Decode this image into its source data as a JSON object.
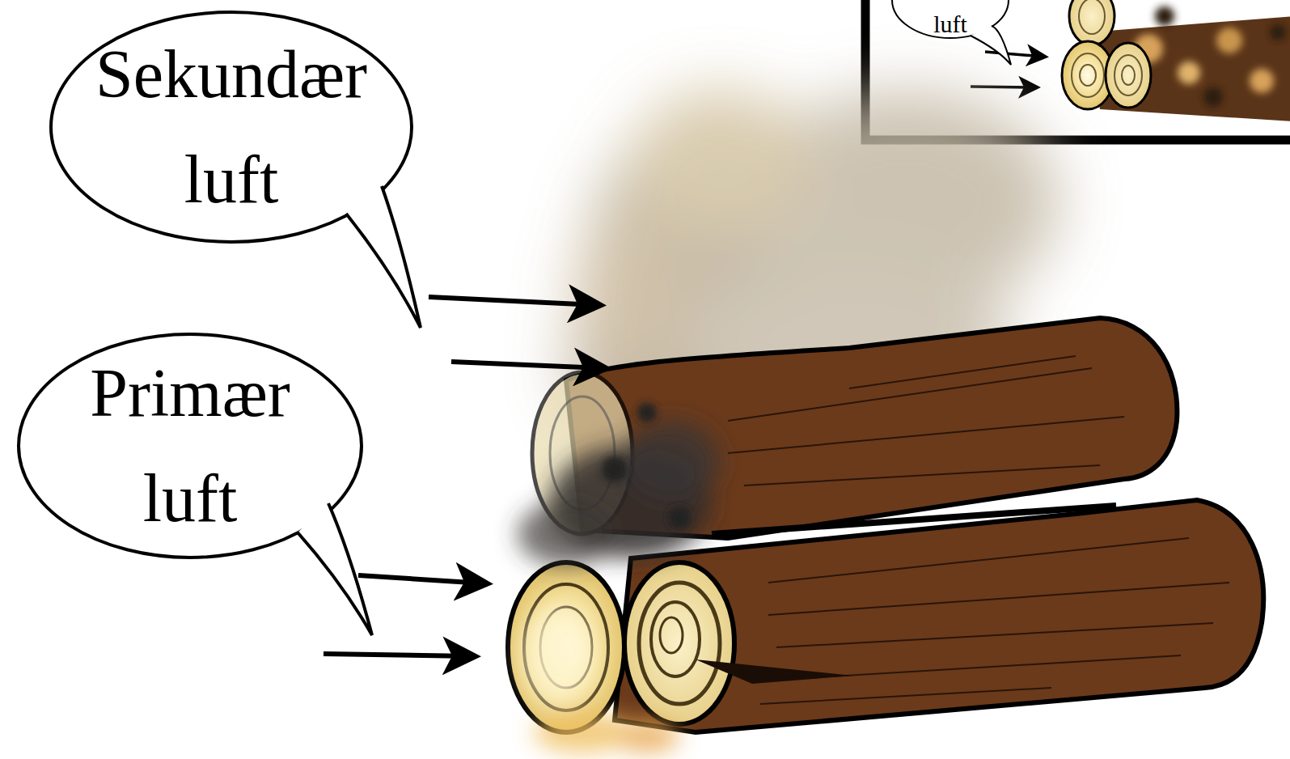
{
  "diagram": {
    "nodes": [
      {
        "text": [
          "Sekundær luft"
        ]
      },
      {
        "text": [
          "Primær luft"
        ]
      },
      {
        "text": [
          "luft"
        ]
      }
    ]
  }
}
